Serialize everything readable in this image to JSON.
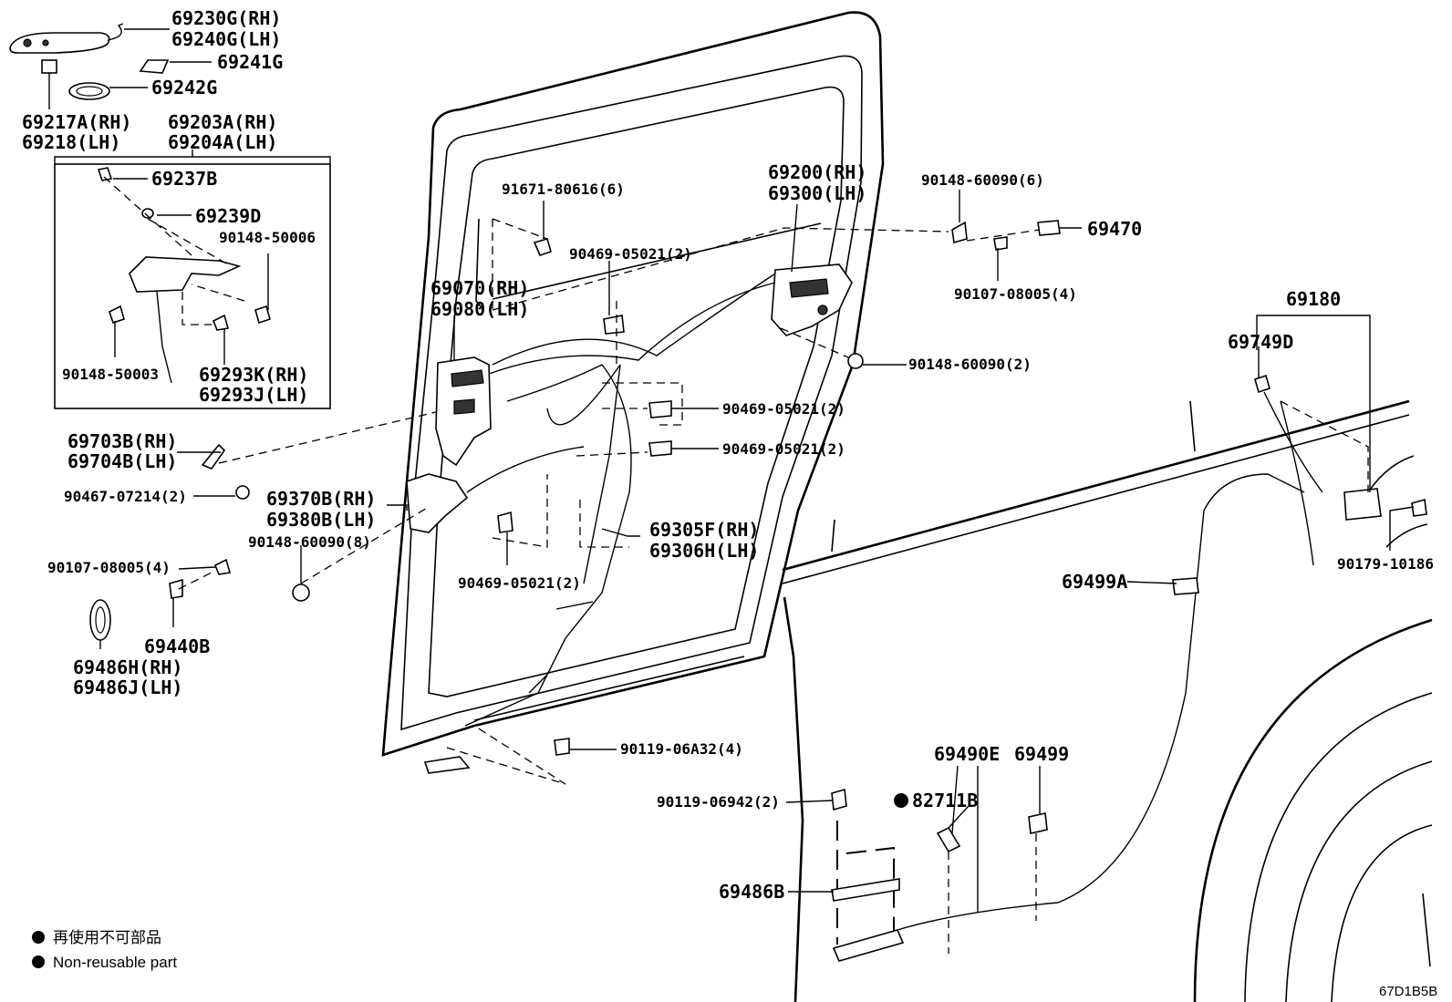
{
  "diagram": {
    "figure_code": "67D1B5B",
    "legend": {
      "marker": "●",
      "jp_text": "再使用不可部品",
      "en_text": "Non-reusable part"
    },
    "labels": {
      "p69230G": "69230G(RH)",
      "p69240G": "69240G(LH)",
      "p69241G": "69241G",
      "p69242G": "69242G",
      "p69217A": "69217A(RH)",
      "p69218": "69218(LH)",
      "p69203A": "69203A(RH)",
      "p69204A": "69204A(LH)",
      "p69237B": "69237B",
      "p69239D": "69239D",
      "p90148_50006": "90148-50006",
      "p90148_50003": "90148-50003",
      "p69293K": "69293K(RH)",
      "p69293J": "69293J(LH)",
      "p69703B": "69703B(RH)",
      "p69704B": "69704B(LH)",
      "p90467_07214": "90467-07214(2)",
      "p90107_08005a": "90107-08005(4)",
      "p69440B": "69440B",
      "p69486H": "69486H(RH)",
      "p69486J": "69486J(LH)",
      "p91671_80616": "91671-80616(6)",
      "p90469_05021a": "90469-05021(2)",
      "p69070": "69070(RH)",
      "p69080": "69080(LH)",
      "p69200": "69200(RH)",
      "p69300": "69300(LH)",
      "p90148_60090a": "90148-60090(6)",
      "p69470": "69470",
      "p90107_08005b": "90107-08005(4)",
      "p90148_60090b": "90148-60090(2)",
      "p90469_05021b": "90469-05021(2)",
      "p90469_05021c": "90469-05021(2)",
      "p69370B": "69370B(RH)",
      "p69380B": "69380B(LH)",
      "p90148_60090c": "90148-60090(8)",
      "p69305F": "69305F(RH)",
      "p69306H": "69306H(LH)",
      "p90469_05021d": "90469-05021(2)",
      "p90119_06A32": "90119-06A32(4)",
      "p90119_06942": "90119-06942(2)",
      "p69490E": "69490E",
      "p69499": "69499",
      "p82711B": "82711B",
      "p69486B": "69486B",
      "p69180": "69180",
      "p69749D": "69749D",
      "p69499A": "69499A",
      "p90179_10186": "90179-10186"
    }
  }
}
